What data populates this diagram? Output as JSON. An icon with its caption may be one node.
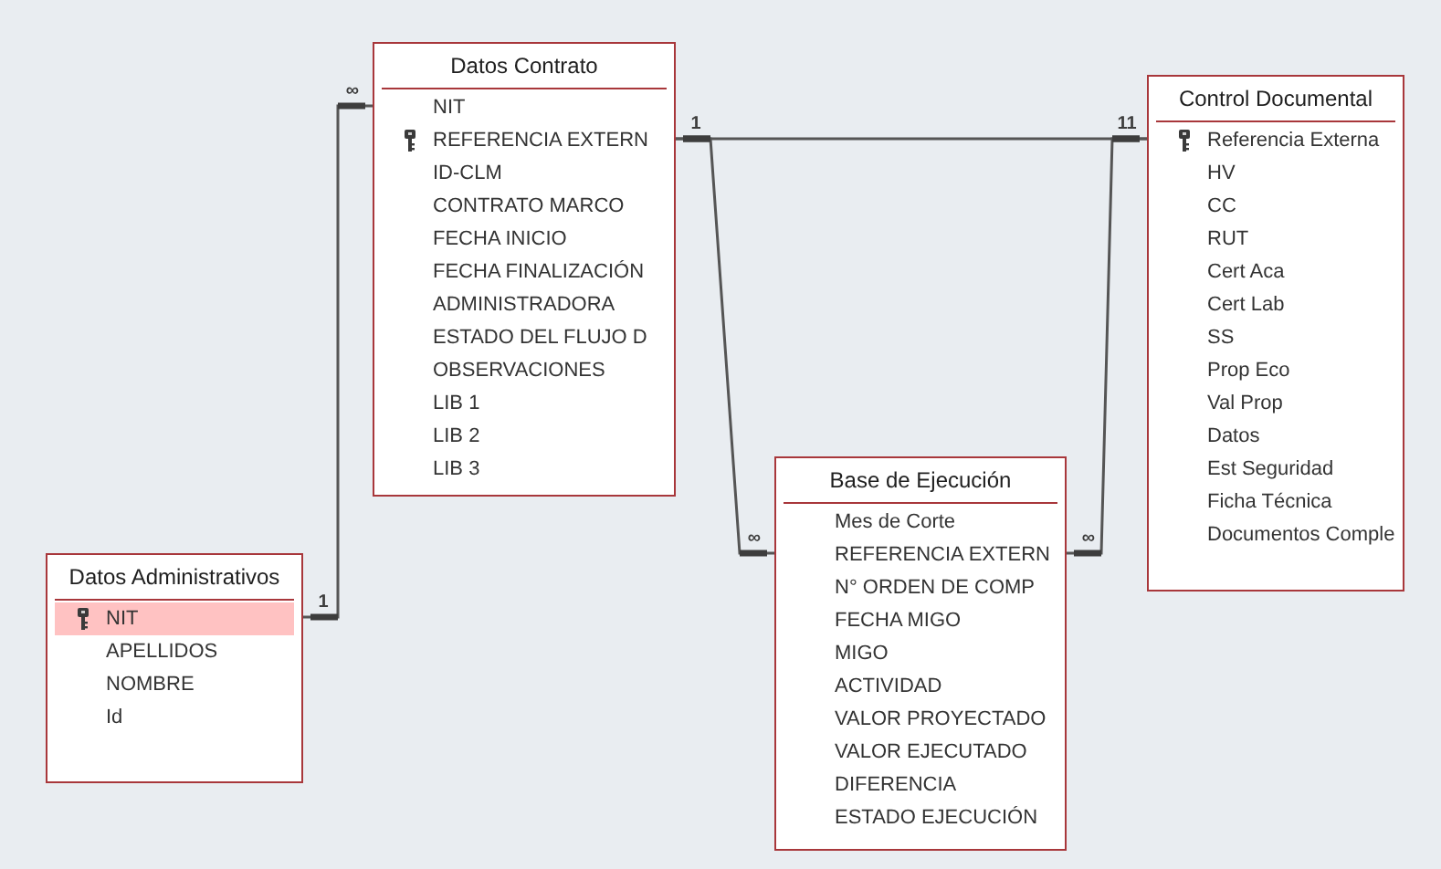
{
  "diagram": {
    "nodes": [
      {
        "text": [
          "Datos Contrato",
          "NIT",
          "REFERENCIA EXTERN",
          "ID-CLM",
          "CONTRATO MARCO",
          "FECHA INICIO",
          "FECHA FINALIZACIÓN",
          "ADMINISTRADORA",
          "ESTADO DEL FLUJO D",
          "OBSERVACIONES",
          "LIB 1",
          "LIB 2",
          "LIB 3"
        ]
      },
      {
        "text": [
          "Control Documental",
          "Referencia Externa",
          "HV",
          "CC",
          "RUT",
          "Cert Aca",
          "Cert Lab",
          "SS",
          "Prop Eco",
          "Val Prop",
          "Datos",
          "Est Seguridad",
          "Ficha Técnica",
          "Documentos Comple"
        ]
      },
      {
        "text": [
          "Base de Ejecución",
          "Mes de Corte",
          "REFERENCIA EXTERN",
          "N° ORDEN DE COMP",
          "FECHA MIGO",
          "MIGO",
          "ACTIVIDAD",
          "VALOR PROYECTADO",
          "VALOR EJECUTADO",
          "DIFERENCIA",
          "ESTADO EJECUCIÓN"
        ]
      },
      {
        "text": [
          "Datos Administrativos",
          "NIT",
          "APELLIDOS",
          "NOMBRE",
          "Id"
        ]
      }
    ],
    "edges": [
      {
        "from": 3,
        "to": 0,
        "arrow": "other"
      },
      {
        "from": 0,
        "to": 1,
        "arrow": "other"
      },
      {
        "from": 0,
        "to": 2,
        "arrow": "other"
      },
      {
        "from": 1,
        "to": 2,
        "arrow": "other"
      }
    ],
    "labels": [
      "∞",
      "1",
      "11",
      "∞",
      "∞",
      "1"
    ]
  }
}
